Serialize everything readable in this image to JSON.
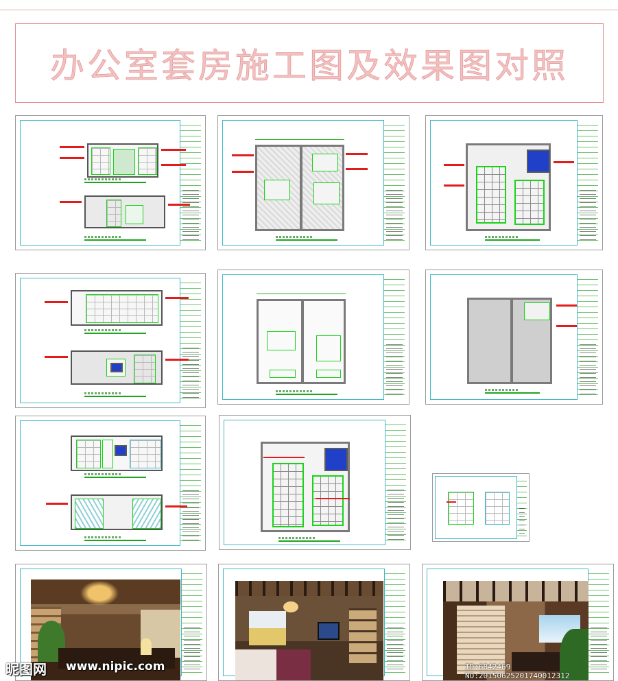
{
  "title": "办公室套房施工图及效果图对照",
  "watermark": {
    "logo": "昵图网",
    "url": "www.nipic.com",
    "id": "ID:6842469 NO:20150625201740012312"
  },
  "colors": {
    "title_stroke": "#e58b8b",
    "frame_cyan": "#3fb8c9",
    "cad_green": "#19d319",
    "cad_red": "#e21b1b",
    "cad_blue": "#2040c8"
  },
  "sheets": [
    {
      "kind": "elevation-pair"
    },
    {
      "kind": "furniture-plan"
    },
    {
      "kind": "ceiling-plan"
    },
    {
      "kind": "elevation-pair"
    },
    {
      "kind": "furniture-plan"
    },
    {
      "kind": "floor-plan"
    },
    {
      "kind": "elevation-pair"
    },
    {
      "kind": "lighting-plan"
    },
    {
      "kind": "detail-small"
    },
    {
      "kind": "rendering-office"
    },
    {
      "kind": "rendering-bedroom"
    },
    {
      "kind": "rendering-office-2"
    }
  ]
}
